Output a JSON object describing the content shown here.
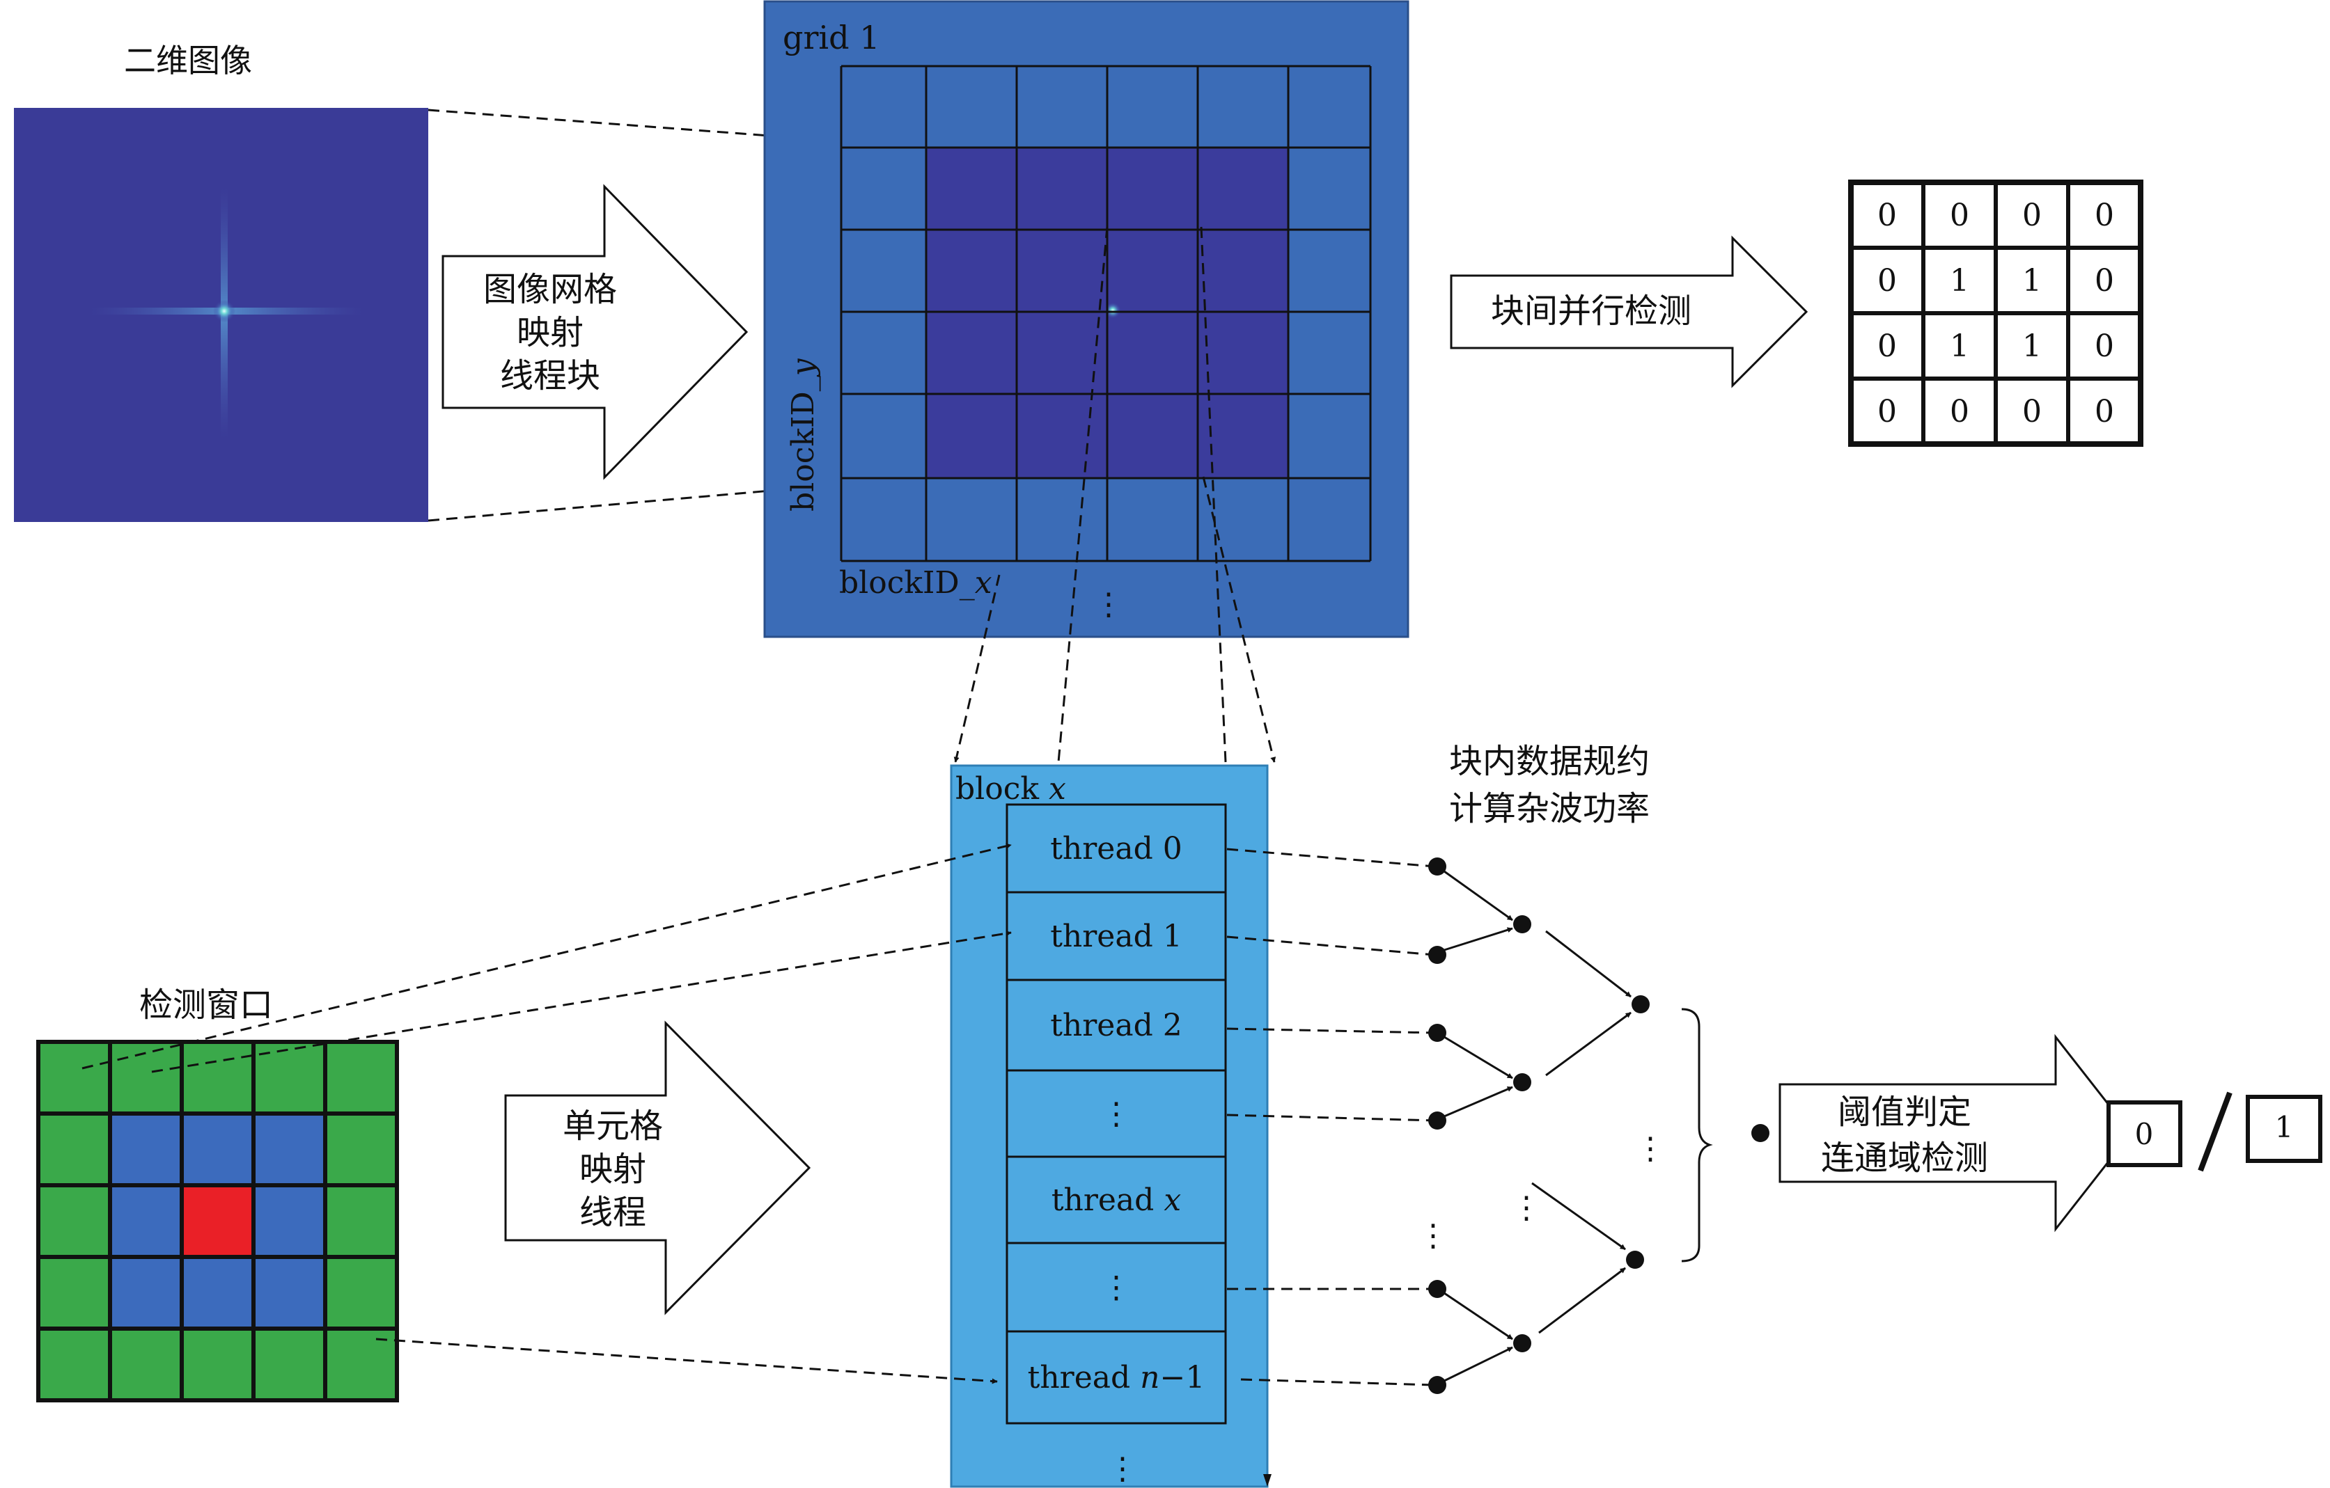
{
  "image_title": "二维图像",
  "map_arrow_1": [
    "图像网格",
    "映射",
    "线程块"
  ],
  "grid_label": "grid 1",
  "axis_x_label": "blockID_",
  "axis_x_var": "x",
  "axis_y_label": "blockID_",
  "axis_y_var": "y",
  "grid_dots": "⋮",
  "inter_block_arrow": "块间并行检测",
  "result_matrix": [
    [
      "0",
      "0",
      "0",
      "0"
    ],
    [
      "0",
      "1",
      "1",
      "0"
    ],
    [
      "0",
      "1",
      "1",
      "0"
    ],
    [
      "0",
      "0",
      "0",
      "0"
    ]
  ],
  "block_label": "block ",
  "block_var": "x",
  "threads": [
    {
      "prefix": "thread 0",
      "var": "",
      "suffix": ""
    },
    {
      "prefix": "thread 1",
      "var": "",
      "suffix": ""
    },
    {
      "prefix": "thread 2",
      "var": "",
      "suffix": ""
    },
    {
      "prefix": "⋮",
      "var": "",
      "suffix": ""
    },
    {
      "prefix": "thread ",
      "var": "x",
      "suffix": ""
    },
    {
      "prefix": "⋮",
      "var": "",
      "suffix": ""
    },
    {
      "prefix": "thread ",
      "var": "n",
      "suffix": "−1"
    }
  ],
  "block_dots": "⋮",
  "reduction_title": [
    "块内数据规约",
    "计算杂波功率"
  ],
  "reduction_dots": [
    "⋮",
    "⋮",
    "⋮"
  ],
  "window_title": "检测窗口",
  "map_arrow_2": [
    "单元格",
    "映射",
    "线程"
  ],
  "threshold_arrow": [
    "阈值判定",
    "连通域检测"
  ],
  "output_values": [
    "0",
    "1"
  ],
  "colors": {
    "image_bg": "#3a3b97",
    "grid_bg": "#3b6cb7",
    "grid_inner": "#3b3c9c",
    "block_bg": "#4ea9e1",
    "window_green": "#3aa94a",
    "window_blue": "#3c6bbd",
    "window_red": "#ea2027"
  }
}
